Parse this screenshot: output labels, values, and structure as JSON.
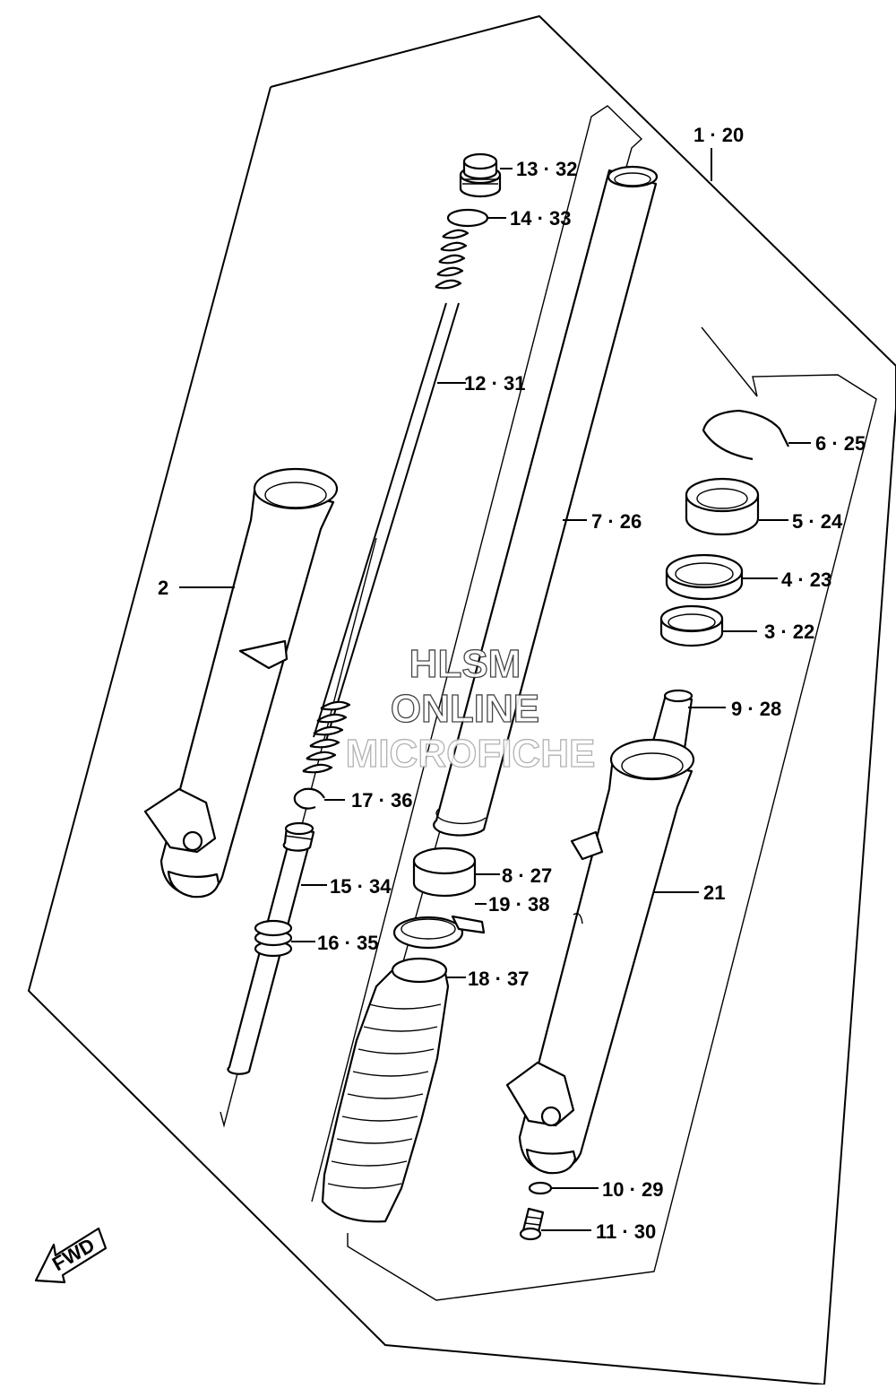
{
  "watermark": {
    "line1": "HLSM",
    "line2": "ONLINE",
    "line3": "MICROFICHE"
  },
  "fwd_label": "FWD",
  "callouts": [
    {
      "id": "c-1-20",
      "text": "1 · 20"
    },
    {
      "id": "c-13-32",
      "text": "13 · 32"
    },
    {
      "id": "c-14-33",
      "text": "14 · 33"
    },
    {
      "id": "c-12-31",
      "text": "12 · 31"
    },
    {
      "id": "c-6-25",
      "text": "6 · 25"
    },
    {
      "id": "c-5-24",
      "text": "5 · 24"
    },
    {
      "id": "c-7-26",
      "text": "7 · 26"
    },
    {
      "id": "c-2",
      "text": "2"
    },
    {
      "id": "c-4-23",
      "text": "4 · 23"
    },
    {
      "id": "c-3-22",
      "text": "3 · 22"
    },
    {
      "id": "c-9-28",
      "text": "9 · 28"
    },
    {
      "id": "c-17-36",
      "text": "17 · 36"
    },
    {
      "id": "c-8-27",
      "text": "8 · 27"
    },
    {
      "id": "c-15-34",
      "text": "15 · 34"
    },
    {
      "id": "c-19-38",
      "text": "19 · 38"
    },
    {
      "id": "c-21",
      "text": "21"
    },
    {
      "id": "c-16-35",
      "text": "16 · 35"
    },
    {
      "id": "c-18-37",
      "text": "18 · 37"
    },
    {
      "id": "c-10-29",
      "text": "10 · 29"
    },
    {
      "id": "c-11-30",
      "text": "11 · 30"
    }
  ]
}
